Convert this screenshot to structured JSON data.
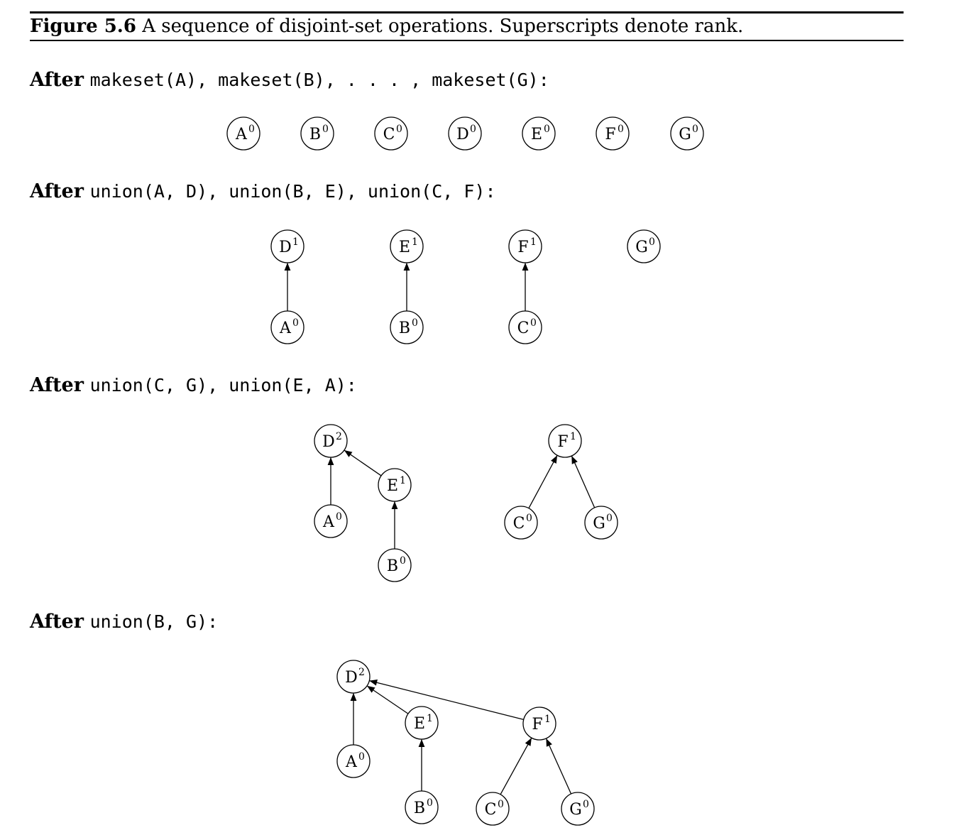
{
  "caption": {
    "label": "Figure 5.6",
    "text": "A sequence of disjoint-set operations. Superscripts denote rank."
  },
  "stages": [
    {
      "after": "After",
      "ops": "makeset(A), makeset(B), . . . , makeset(G):",
      "nodes": [
        {
          "id": "A",
          "rank": "0"
        },
        {
          "id": "B",
          "rank": "0"
        },
        {
          "id": "C",
          "rank": "0"
        },
        {
          "id": "D",
          "rank": "0"
        },
        {
          "id": "E",
          "rank": "0"
        },
        {
          "id": "F",
          "rank": "0"
        },
        {
          "id": "G",
          "rank": "0"
        }
      ],
      "edges": []
    },
    {
      "after": "After",
      "ops": "union(A, D), union(B, E), union(C, F):",
      "nodes": [
        {
          "id": "D",
          "rank": "1"
        },
        {
          "id": "E",
          "rank": "1"
        },
        {
          "id": "F",
          "rank": "1"
        },
        {
          "id": "G",
          "rank": "0"
        },
        {
          "id": "A",
          "rank": "0"
        },
        {
          "id": "B",
          "rank": "0"
        },
        {
          "id": "C",
          "rank": "0"
        }
      ],
      "edges": [
        [
          "A",
          "D"
        ],
        [
          "B",
          "E"
        ],
        [
          "C",
          "F"
        ]
      ]
    },
    {
      "after": "After",
      "ops": "union(C, G), union(E, A):",
      "nodes": [
        {
          "id": "D",
          "rank": "2"
        },
        {
          "id": "E",
          "rank": "1"
        },
        {
          "id": "A",
          "rank": "0"
        },
        {
          "id": "B",
          "rank": "0"
        },
        {
          "id": "F",
          "rank": "1"
        },
        {
          "id": "C",
          "rank": "0"
        },
        {
          "id": "G",
          "rank": "0"
        }
      ],
      "edges": [
        [
          "A",
          "D"
        ],
        [
          "E",
          "D"
        ],
        [
          "B",
          "E"
        ],
        [
          "C",
          "F"
        ],
        [
          "G",
          "F"
        ]
      ]
    },
    {
      "after": "After",
      "ops": "union(B, G):",
      "nodes": [
        {
          "id": "D",
          "rank": "2"
        },
        {
          "id": "E",
          "rank": "1"
        },
        {
          "id": "F",
          "rank": "1"
        },
        {
          "id": "A",
          "rank": "0"
        },
        {
          "id": "B",
          "rank": "0"
        },
        {
          "id": "C",
          "rank": "0"
        },
        {
          "id": "G",
          "rank": "0"
        }
      ],
      "edges": [
        [
          "A",
          "D"
        ],
        [
          "E",
          "D"
        ],
        [
          "F",
          "D"
        ],
        [
          "B",
          "E"
        ],
        [
          "C",
          "F"
        ],
        [
          "G",
          "F"
        ]
      ]
    }
  ]
}
